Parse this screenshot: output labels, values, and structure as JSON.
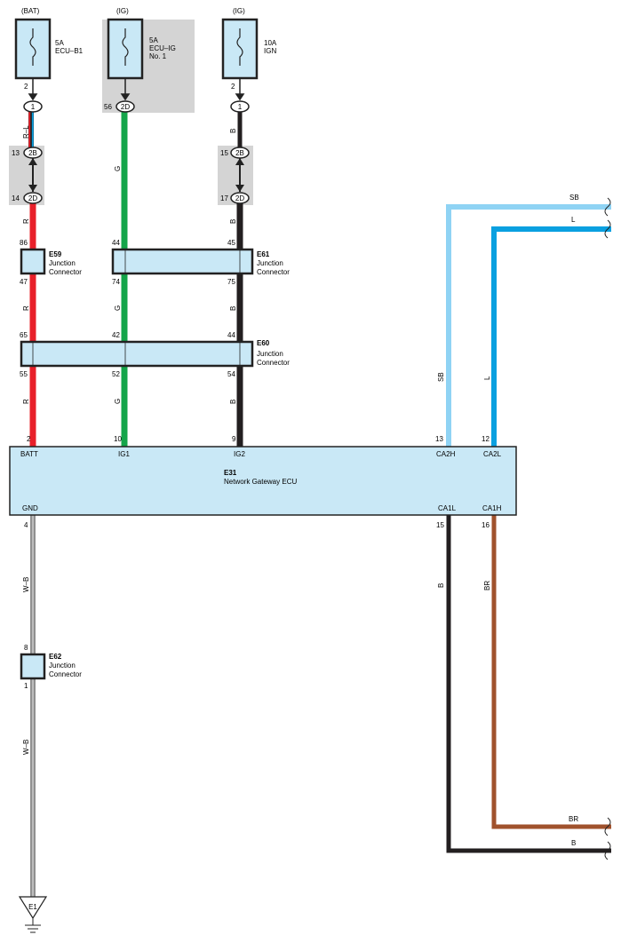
{
  "sources": [
    {
      "supply": "(BAT)",
      "amps": "5A",
      "name1": "ECU–B1",
      "name2": "",
      "name3": "",
      "pin": "2",
      "conn": "1"
    },
    {
      "supply": "(IG)",
      "amps": "5A",
      "name1": "ECU–IG",
      "name2": "No. 1",
      "name3": "",
      "pin": "56",
      "conn": "2D"
    },
    {
      "supply": "(IG)",
      "amps": "10A",
      "name1": "IGN",
      "name2": "",
      "name3": "",
      "pin": "2",
      "conn": "1"
    }
  ],
  "inline_connectors": [
    {
      "pin_top": "13",
      "conn_top": "2B",
      "pin_bottom": "14",
      "conn_bottom": "2D"
    },
    {
      "pin_top": "15",
      "conn_top": "2B",
      "pin_bottom": "17",
      "conn_bottom": "2D"
    }
  ],
  "wire_labels": {
    "c1_top": "R–L",
    "c1_a": "R",
    "c1_b": "R",
    "c1_c": "R",
    "c2_top": "G",
    "c2_b": "G",
    "c2_c": "G",
    "c3_top": "B",
    "c3_a": "B",
    "c3_b": "B",
    "c3_c": "B",
    "sb_vertical": "SB",
    "l_vertical": "L",
    "sb_end": "SB",
    "l_end": "L",
    "gnd_a": "W–B",
    "gnd_b": "W–B",
    "ca1l_vertical": "B",
    "ca1h_vertical": "BR",
    "br_end": "BR",
    "b_end": "B"
  },
  "junctions": {
    "e59": {
      "id": "E59",
      "line1": "Junction",
      "line2": "Connector",
      "pin_top": "86",
      "pin_bottom": "47"
    },
    "e61": {
      "id": "E61",
      "line1": "Junction",
      "line2": "Connector",
      "pin_top_a": "44",
      "pin_top_b": "45",
      "pin_bottom_a": "74",
      "pin_bottom_b": "75"
    },
    "e60": {
      "id": "E60",
      "line1": "Junction",
      "line2": "Connector",
      "pin_top_a": "65",
      "pin_top_b": "42",
      "pin_top_c": "44",
      "pin_bottom_a": "55",
      "pin_bottom_b": "52",
      "pin_bottom_c": "54"
    },
    "e62": {
      "id": "E62",
      "line1": "Junction",
      "line2": "Connector",
      "pin_top": "8",
      "pin_bottom": "1"
    }
  },
  "ecu": {
    "id": "E31",
    "name": "Network Gateway ECU",
    "pins_top": [
      {
        "num": "2",
        "label": "BATT"
      },
      {
        "num": "10",
        "label": "IG1"
      },
      {
        "num": "9",
        "label": "IG2"
      },
      {
        "num": "13",
        "label": "CA2H"
      },
      {
        "num": "12",
        "label": "CA2L"
      }
    ],
    "pins_bottom": [
      {
        "num": "4",
        "label": "GND"
      },
      {
        "num": "15",
        "label": "CA1L"
      },
      {
        "num": "16",
        "label": "CA1H"
      }
    ]
  },
  "ground": {
    "label": "E1"
  },
  "colors": {
    "red": "#e8202a",
    "green": "#14a54a",
    "black": "#231f20",
    "sky_blue": "#8fd3f4",
    "blue": "#0aa0e0",
    "brown": "#a0522d",
    "component_fill": "#c9e8f6",
    "shade": "#d4d4d4"
  }
}
